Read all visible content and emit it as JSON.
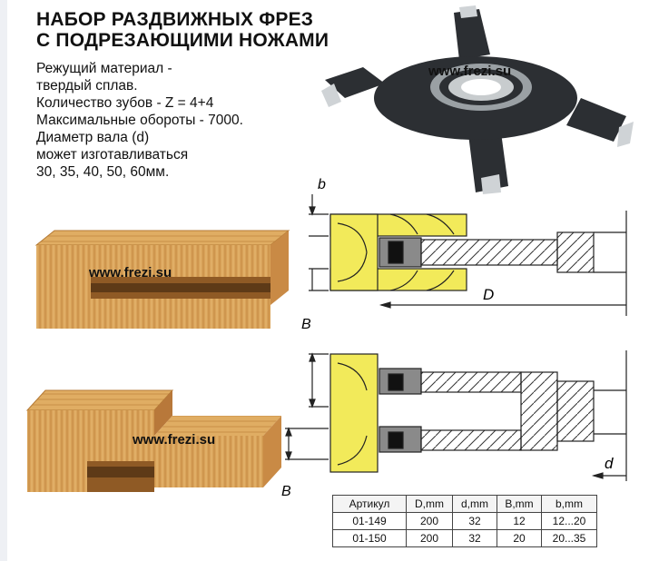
{
  "title_lines": [
    "НАБОР РАЗДВИЖНЫХ ФРЕЗ",
    "С ПОДРЕЗАЮЩИМИ НОЖАМИ"
  ],
  "description_lines": [
    "Режущий материал -",
    "твердый сплав.",
    "Количество зубов - Z = 4+4",
    "Максимальные обороты - 7000.",
    "Диаметр вала (d)",
    "может изготавливаться",
    "30, 35, 40, 50, 60мм."
  ],
  "watermarks": {
    "cutter": "www.frezi.su",
    "block_top": "www.frezi.su",
    "block_bottom": "www.frezi.su"
  },
  "dimension_labels": {
    "b": "b",
    "D": "D",
    "B_top": "B",
    "B_bottom": "B",
    "d": "d"
  },
  "colors": {
    "wood": "#f2ea5a",
    "cutter_body": "#2c2f33",
    "blade": "#cfd3d6",
    "insert": "#8a8a8a",
    "outline": "#222222"
  },
  "spec_table": {
    "headers": [
      "Артикул",
      "D,mm",
      "d,mm",
      "B,mm",
      "b,mm"
    ],
    "rows": [
      [
        "01-149",
        "200",
        "32",
        "12",
        "12...20"
      ],
      [
        "01-150",
        "200",
        "32",
        "20",
        "20...35"
      ]
    ]
  }
}
